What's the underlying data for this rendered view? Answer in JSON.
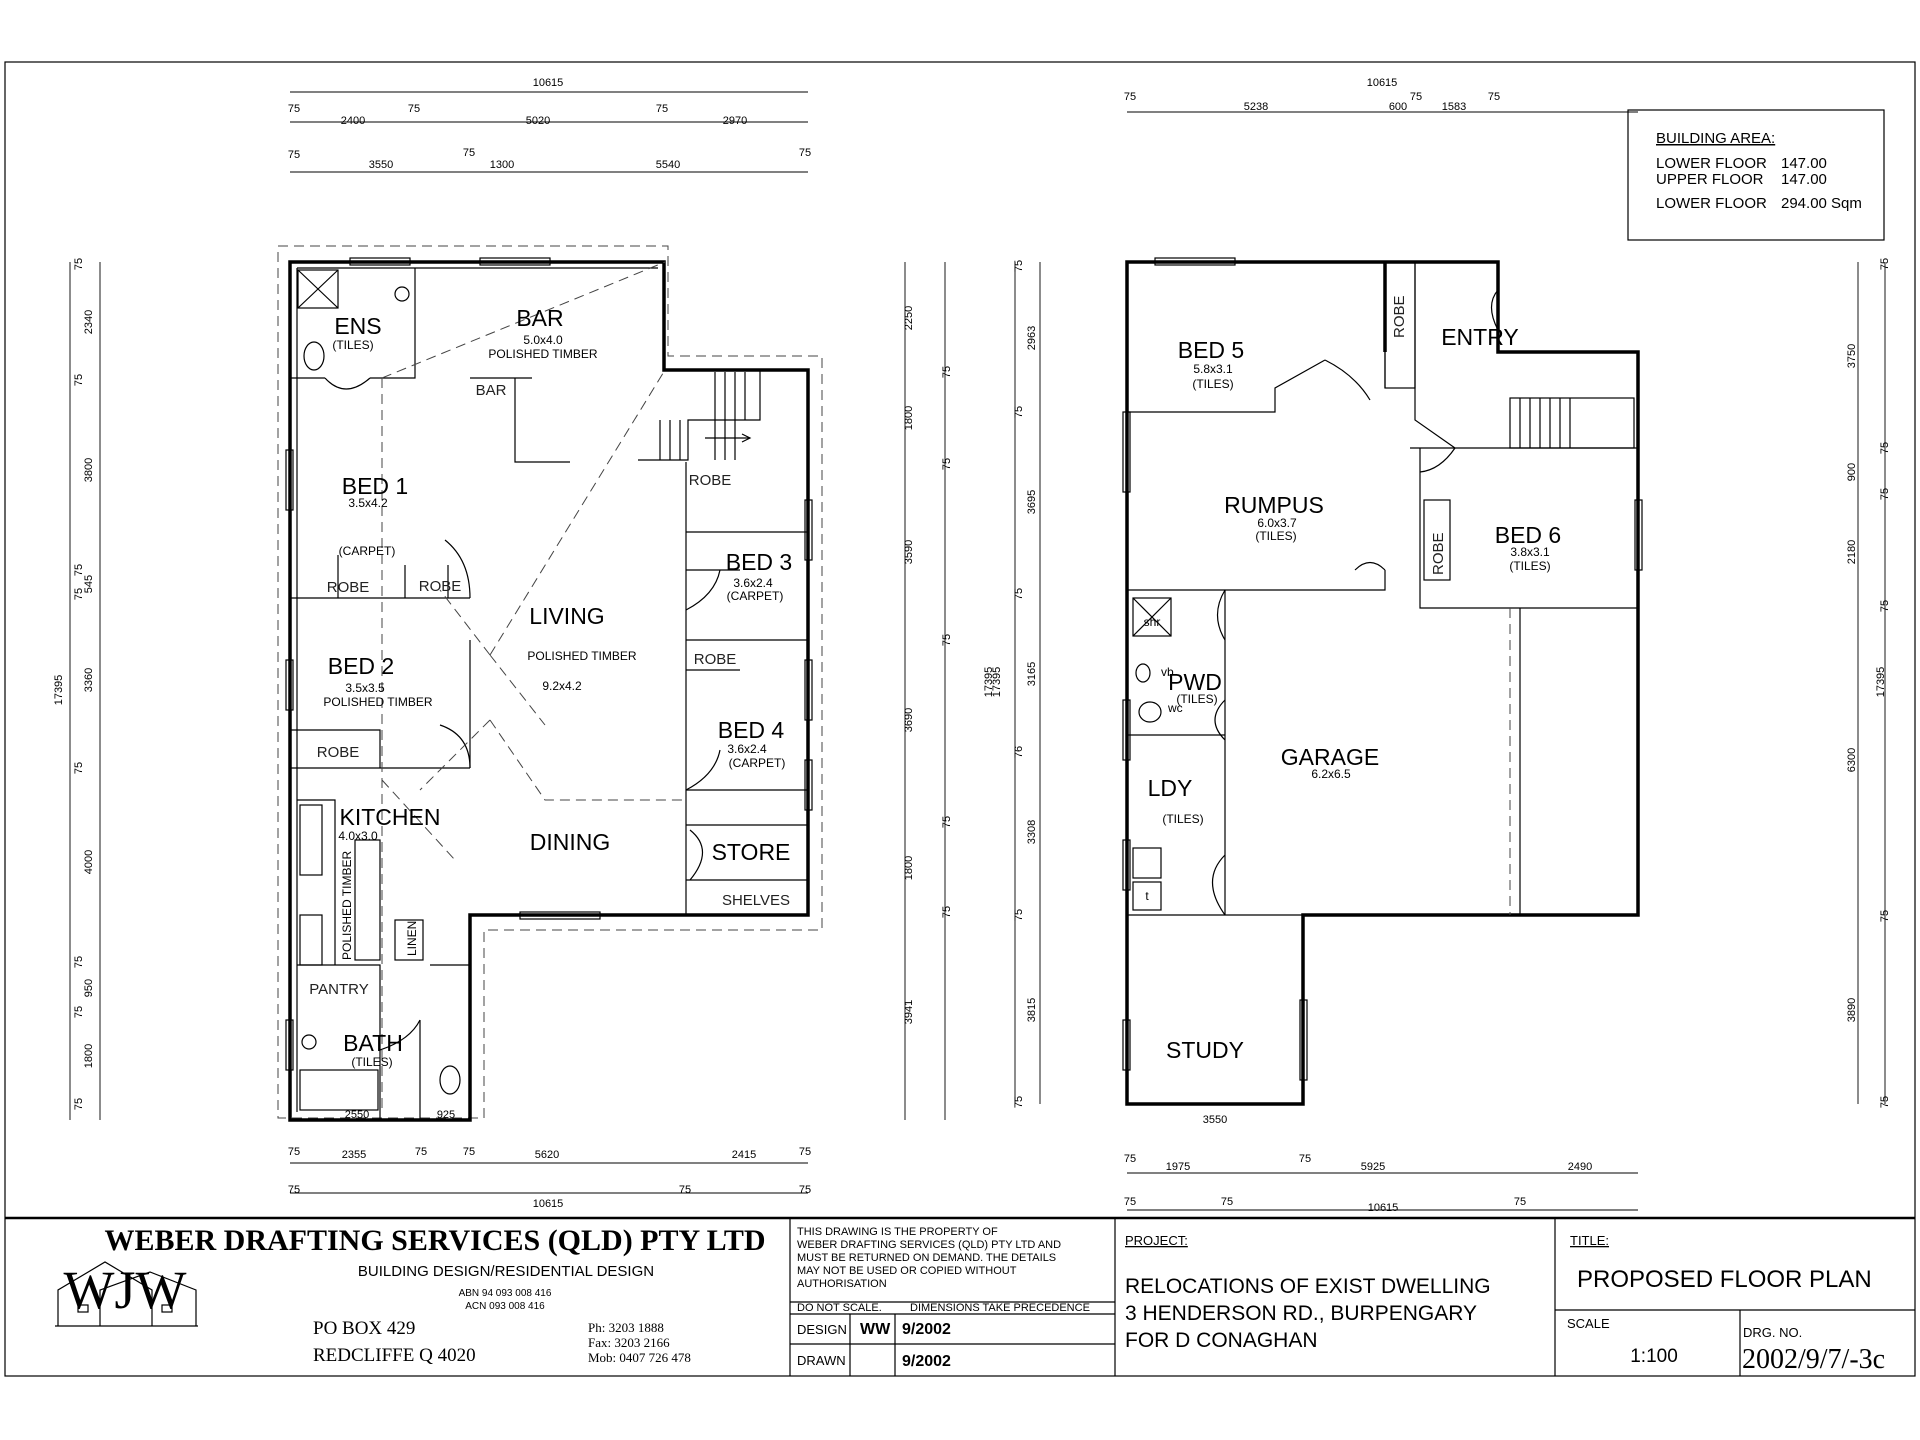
{
  "lower_plan": {
    "dims_top": {
      "overall": "10615",
      "r1": [
        "75",
        "2400",
        "75",
        "5020",
        "75",
        "2970"
      ],
      "r2": [
        "75",
        "3550",
        "75",
        "1300",
        "5540",
        "75"
      ]
    },
    "dims_bottom": {
      "overall": "10615",
      "r1": [
        "75",
        "2355",
        "75",
        "75",
        "5620",
        "2415",
        "75"
      ],
      "r2": [
        "75",
        "75",
        "75"
      ]
    },
    "dims_left": {
      "overall": "17395",
      "segs": [
        "75",
        "2340",
        "75",
        "3800",
        "75",
        "75",
        "545",
        "3360",
        "75",
        "4000",
        "75",
        "950",
        "75",
        "1800",
        "75"
      ]
    },
    "dims_right": {
      "overall": "17395",
      "c1": [
        "2250",
        "1800",
        "3590",
        "3690",
        "1800",
        "3941"
      ],
      "c2": [
        "75",
        "75",
        "75",
        "75",
        "75"
      ]
    },
    "small_dims": [
      "2550",
      "925"
    ],
    "rooms": [
      {
        "name": "ENS",
        "sub1": "(TILES)"
      },
      {
        "name": "BAR",
        "sub1": "5.0x4.0",
        "sub2": "POLISHED TIMBER"
      },
      {
        "name": "BED 1",
        "sub1": "3.5x4.2",
        "sub2": "(CARPET)"
      },
      {
        "name": "BED 2",
        "sub1": "3.5x3.5",
        "sub2": "POLISHED TIMBER"
      },
      {
        "name": "BED 3",
        "sub1": "3.6x2.4",
        "sub2": "(CARPET)"
      },
      {
        "name": "BED 4",
        "sub1": "3.6x2.4",
        "sub2": "(CARPET)"
      },
      {
        "name": "LIVING",
        "sub1": "POLISHED TIMBER",
        "sub2": "9.2x4.2"
      },
      {
        "name": "KITCHEN",
        "sub1": "4.0x3.0",
        "sub2": "POLISHED TIMBER"
      },
      {
        "name": "DINING"
      },
      {
        "name": "STORE"
      },
      {
        "name": "BATH",
        "sub1": "(TILES)"
      }
    ],
    "labels": [
      "BAR",
      "ROBE",
      "ROBE",
      "ROBE",
      "ROBE",
      "ROBE",
      "SHELVES",
      "PANTRY",
      "LINEN"
    ]
  },
  "upper_plan": {
    "dims_top": {
      "overall": "10615",
      "r1": [
        "75",
        "5238",
        "600",
        "75",
        "1583",
        "75"
      ]
    },
    "dims_bottom": {
      "overall": "10615",
      "r1": [
        "75",
        "1975",
        "75",
        "5925",
        "2490"
      ],
      "r2": [
        "75",
        "75",
        "75"
      ]
    },
    "dims_left": {
      "c1": [
        "75",
        "75",
        "75",
        "76",
        "75",
        "75"
      ],
      "c2": [
        "2963",
        "3695",
        "3165",
        "3308",
        "3815"
      ],
      "overall": "17395"
    },
    "dims_right": {
      "overall": "17395",
      "c1": [
        "3750",
        "900",
        "2180",
        "6300",
        "3890"
      ],
      "c2": [
        "75",
        "75",
        "75",
        "75",
        "75",
        "75"
      ]
    },
    "small_dims": [
      "3550"
    ],
    "rooms": [
      {
        "name": "BED 5",
        "sub1": "5.8x3.1",
        "sub2": "(TILES)"
      },
      {
        "name": "ENTRY"
      },
      {
        "name": "RUMPUS",
        "sub1": "6.0x3.7",
        "sub2": "(TILES)"
      },
      {
        "name": "BED 6",
        "sub1": "3.8x3.1",
        "sub2": "(TILES)"
      },
      {
        "name": "PWD",
        "sub1": "(TILES)"
      },
      {
        "name": "GARAGE",
        "sub1": "6.2x6.5"
      },
      {
        "name": "LDY",
        "sub1": "(TILES)"
      },
      {
        "name": "STUDY"
      }
    ],
    "labels": [
      "ROBE",
      "ROBE",
      "shr",
      "vb",
      "wc",
      "t"
    ]
  },
  "building_area": {
    "title": "BUILDING AREA:",
    "rows": [
      {
        "label": "LOWER FLOOR",
        "value": "147.00"
      },
      {
        "label": "UPPER FLOOR",
        "value": "147.00"
      },
      {
        "label": "LOWER FLOOR",
        "value": "294.00 Sqm"
      }
    ]
  },
  "title_block": {
    "company": "WEBER DRAFTING SERVICES (QLD) PTY LTD",
    "logo_letters": "WJW",
    "tagline": "BUILDING DESIGN/RESIDENTIAL DESIGN",
    "abn": "ABN 94 093 008 416",
    "acn": "ACN 093 008 416",
    "po_box": "PO BOX 429",
    "city": "REDCLIFFE Q   4020",
    "phone": "Ph:  3203 1888",
    "fax": "Fax: 3203 2166",
    "mobile": "Mob: 0407 726 478",
    "notice": [
      "THIS DRAWING IS THE PROPERTY OF",
      "WEBER DRAFTING SERVICES (QLD) PTY LTD AND",
      "MUST BE RETURNED ON DEMAND. THE DETAILS",
      "MAY NOT BE USED OR COPIED WITHOUT",
      "AUTHORISATION"
    ],
    "scale_note": "DO NOT SCALE.",
    "dimension_note": "DIMENSIONS TAKE PRECEDENCE",
    "design_label": "DESIGN",
    "design_initials": "WW",
    "design_date": "9/2002",
    "drawn_label": "DRAWN",
    "drawn_date": "9/2002",
    "project_label": "PROJECT:",
    "project_lines": [
      "RELOCATIONS OF EXIST DWELLING",
      "3 HENDERSON RD., BURPENGARY",
      "FOR D CONAGHAN"
    ],
    "title_label": "TITLE:",
    "title_value": "PROPOSED FLOOR PLAN",
    "scale_label": "SCALE",
    "scale_value": "1:100",
    "drg_label": "DRG. NO.",
    "drg_value": "2002/9/7/-3c"
  }
}
